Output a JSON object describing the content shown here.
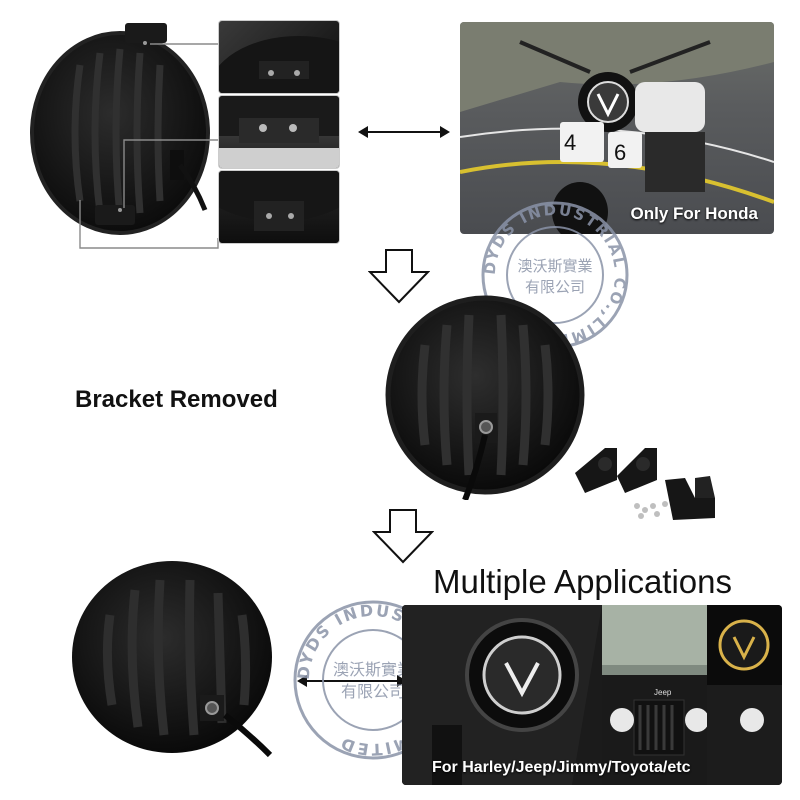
{
  "captions": {
    "honda": "Only For Honda",
    "bracket": "Bracket Removed",
    "multiple": "Multiple Applications",
    "apps": "For Harley/Jeep/Jimmy/Toyota/etc"
  },
  "watermark": {
    "ring_text": "DYDS INDUSTRIAL CO.,LIMITED",
    "line1": "澳沃斯實業",
    "line2": "有限公司"
  },
  "photo_labels": {
    "plate_left": "4",
    "plate_right": "6",
    "jeep_badge": "Jeep"
  },
  "colors": {
    "headlight_body": "#141414",
    "headlight_fin": "#2a2a2a",
    "road": "#4a4c50",
    "road_stripe": "#d8c030",
    "caption_text": "#ffffff",
    "watermark": "#8a93a8"
  },
  "icons": [
    "double-arrow-icon",
    "down-arrow-icon"
  ]
}
